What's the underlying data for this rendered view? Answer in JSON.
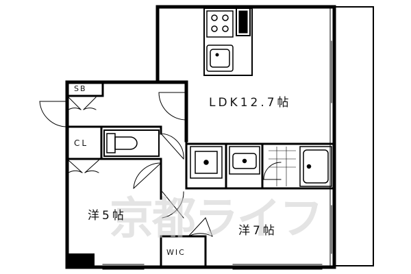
{
  "rooms": {
    "ldk": "LDK12.7帖",
    "western_5": "洋5帖",
    "western_7": "洋7帖",
    "sb": "SB",
    "cl": "CL",
    "wic": "WIC"
  },
  "watermark": "京都ライフ"
}
